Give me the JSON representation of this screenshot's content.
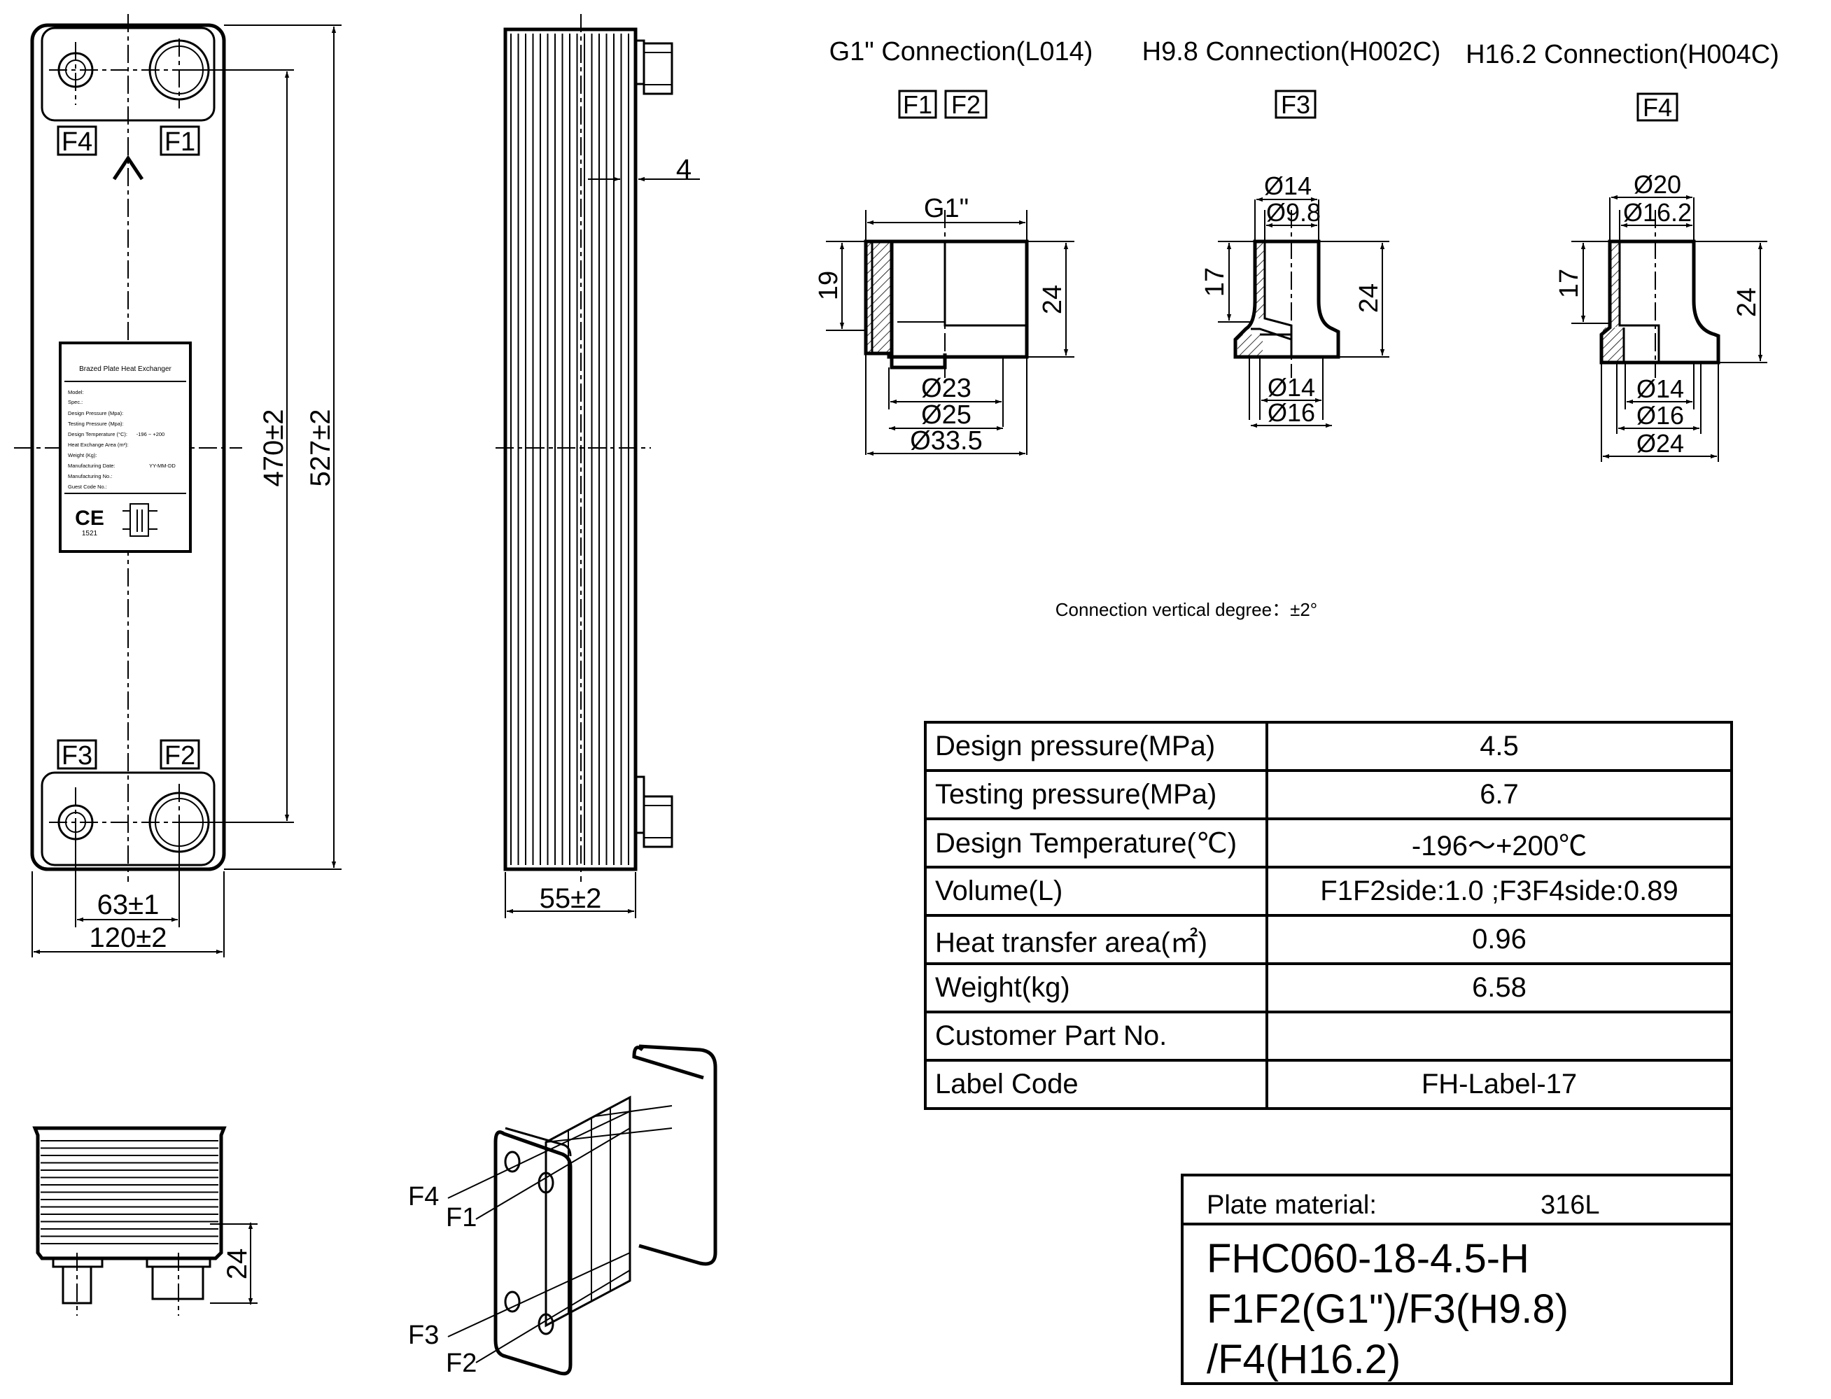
{
  "connections": {
    "g1": {
      "title": "G1\" Connection(L014)",
      "tags": [
        "F1",
        "F2"
      ],
      "thread": "G1\"",
      "dim_left": "19",
      "dim_right": "24",
      "diameters": [
        "Ø23",
        "Ø25",
        "Ø33.5"
      ]
    },
    "h98": {
      "title": "H9.8 Connection(H002C)",
      "tags": [
        "F3"
      ],
      "top_diameters": [
        "Ø14",
        "Ø9.8"
      ],
      "dim_left": "17",
      "dim_right": "24",
      "bottom_diameters": [
        "Ø14",
        "Ø16"
      ]
    },
    "h162": {
      "title": "H16.2 Connection(H004C)",
      "tags": [
        "F4"
      ],
      "top_diameters": [
        "Ø20",
        "Ø16.2"
      ],
      "dim_left": "17",
      "dim_right": "24",
      "bottom_diameters": [
        "Ø14",
        "Ø16",
        "Ø24"
      ]
    }
  },
  "note": "Connection vertical degree：±2°",
  "front_view": {
    "ports": [
      "F4",
      "F1",
      "F3",
      "F2"
    ],
    "dims": {
      "height_inner": "470±2",
      "height_total": "527±2",
      "width_inner": "63±1",
      "width_total": "120±2"
    },
    "label_plate": {
      "title": "Brazed Plate Heat Exchanger",
      "rows": [
        "Model:",
        "Spec.:",
        "Design Pressure (Mpa):",
        "Testing Pressure (Mpa):",
        "Design Temperature (°C):",
        "Heat Exchange Area (m²):",
        "Weight (Kg):",
        "Manufacturing Date:",
        "Manufacturing No.:",
        "Guest Code No.:"
      ],
      "temp_range": "-196  ~  +200",
      "date_value": "YY-MM-DD",
      "ce_mark": "CE",
      "ce_number": "1521"
    }
  },
  "side_view": {
    "dim_depth": "55±2",
    "dim_offset": "4"
  },
  "bottom_view": {
    "dim": "24"
  },
  "iso_view": {
    "ports": [
      "F4",
      "F1",
      "F3",
      "F2"
    ]
  },
  "spec_table": [
    {
      "label": "Design pressure(MPa)",
      "value": "4.5"
    },
    {
      "label": "Testing pressure(MPa)",
      "value": "6.7"
    },
    {
      "label": "Design Temperature(℃)",
      "value": "-196～+200℃"
    },
    {
      "label": "Volume(L)",
      "value": "F1F2side:1.0 ;F3F4side:0.89"
    },
    {
      "label": "Heat transfer area(㎡)",
      "value": "0.96"
    },
    {
      "label": "Weight(kg)",
      "value": "6.58"
    },
    {
      "label": "Customer Part No.",
      "value": ""
    },
    {
      "label": "Label Code",
      "value": "FH-Label-17"
    }
  ],
  "title_block": {
    "material_label": "Plate material:",
    "material_value": "316L",
    "model_lines": [
      "FHC060-18-4.5-H",
      "F1F2(G1\")/F3(H9.8)",
      "/F4(H16.2)"
    ]
  }
}
